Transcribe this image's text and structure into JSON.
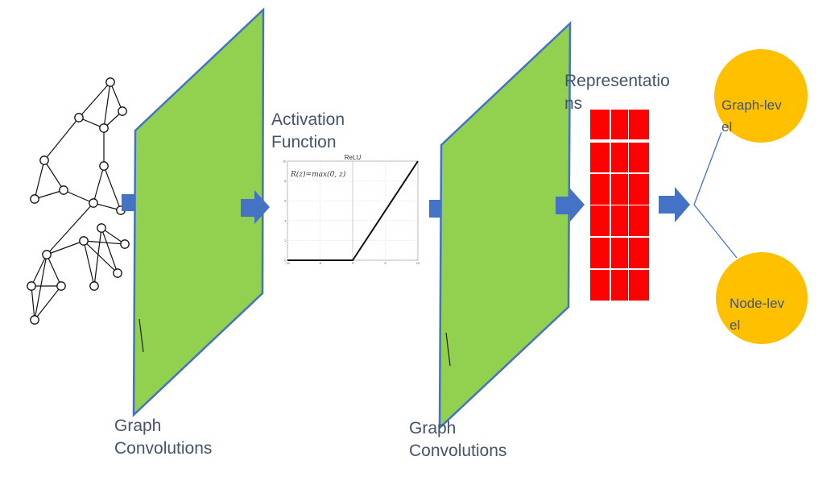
{
  "labels": {
    "graph_conv_1": [
      "Graph",
      "Convolutions"
    ],
    "activation": [
      "Activation",
      "Function"
    ],
    "graph_conv_2": [
      "Graph",
      "Convolutions"
    ],
    "representations": [
      "Representatio",
      "ns"
    ],
    "graph_level": [
      "Graph-lev",
      "el"
    ],
    "node_level": [
      "Node-lev",
      "el"
    ]
  },
  "colors": {
    "panel_fill": "#92D050",
    "panel_border": "#4472C4",
    "arrow": "#4472C4",
    "grid_cell": "#FF0000",
    "circle": "#FFC000",
    "connector": "#4472C4",
    "text": "#44546A"
  },
  "input_graph": {
    "icon": "graph-network-icon",
    "node_count": 19,
    "edge_count": 28
  },
  "relu_chart": {
    "chart_data": {
      "type": "line",
      "title": "ReLU",
      "annotation": "R(z)=max(0,  z)",
      "x": [
        -10,
        0,
        10
      ],
      "y": [
        0,
        0,
        10
      ],
      "xlim": [
        -10,
        10
      ],
      "ylim": [
        0,
        10
      ],
      "xticks": [
        -10,
        -5,
        0,
        5,
        10
      ],
      "yticks": [
        0,
        2,
        4,
        6,
        8,
        10
      ],
      "grid": true,
      "xlabel": "",
      "ylabel": ""
    }
  },
  "representation_grid": {
    "rows": 6,
    "cols": 3
  },
  "outputs": [
    "Graph-level",
    "Node-level"
  ]
}
